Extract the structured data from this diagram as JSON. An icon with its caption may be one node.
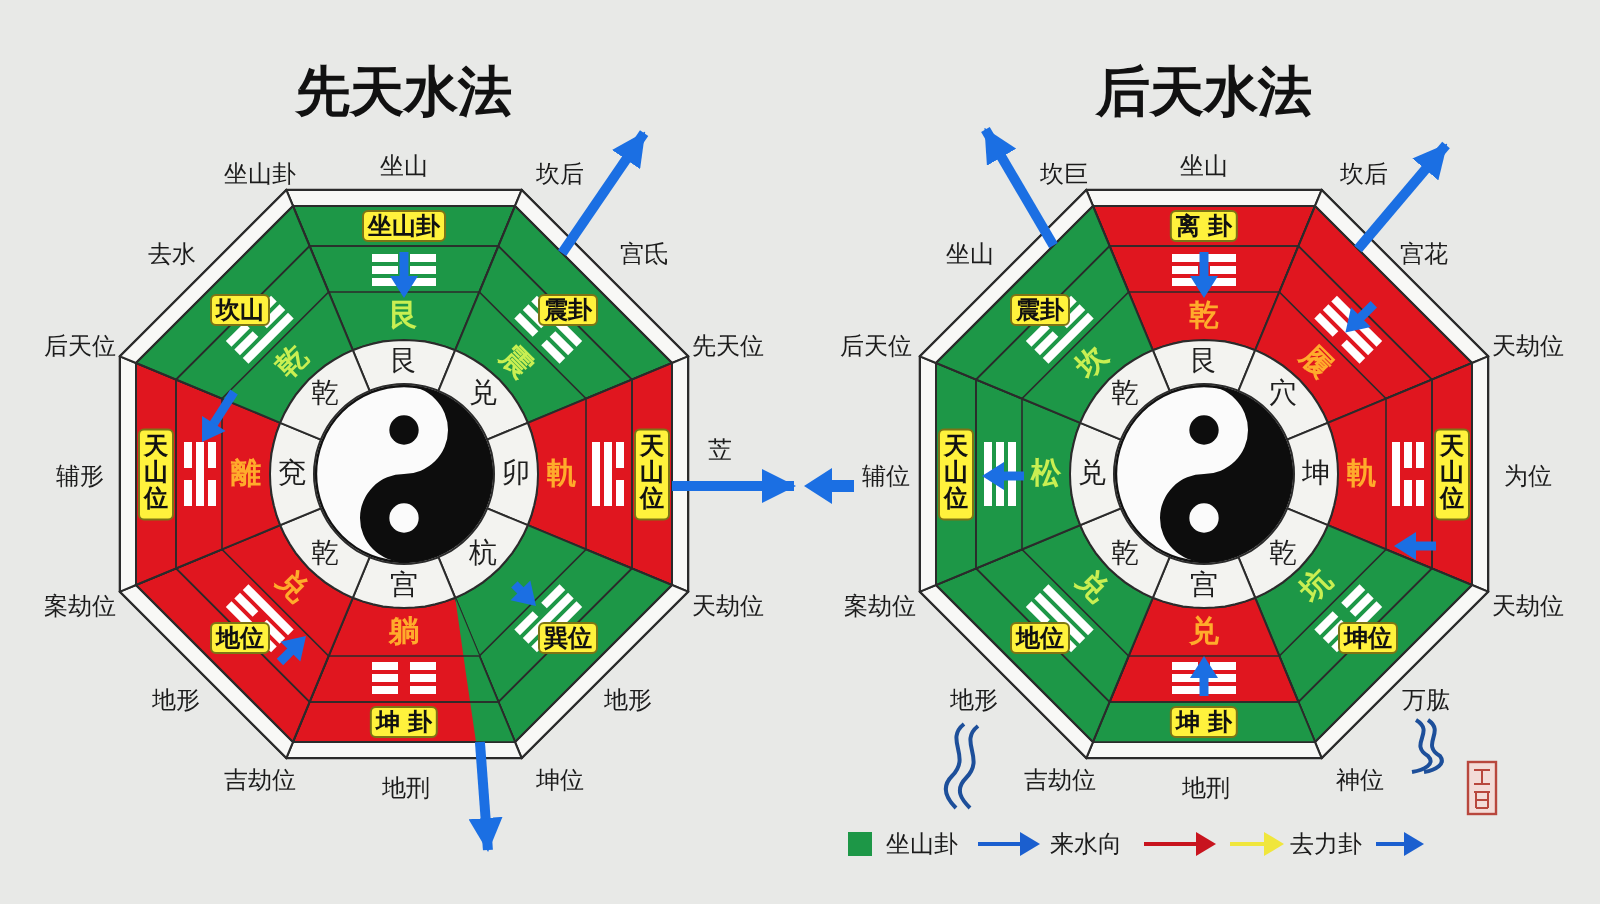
{
  "diagram": {
    "nodes": [
      {
        "text": [
          "先天水法"
        ]
      },
      {
        "text": [
          "艮"
        ],
        "in": 0
      },
      {
        "text": [
          "坐山卦"
        ],
        "in": 1
      },
      {
        "text": [
          "震"
        ],
        "in": 0
      },
      {
        "text": [
          "震卦"
        ],
        "in": 3
      },
      {
        "text": [
          "軌"
        ],
        "in": 0
      },
      {
        "text": [
          "天山位"
        ],
        "in": 5
      },
      {
        "text": [],
        "shape": "box",
        "in": 0
      },
      {
        "text": [
          "巽位"
        ],
        "in": 7
      },
      {
        "text": [
          "躺"
        ],
        "in": 0
      },
      {
        "text": [
          "坤 卦"
        ],
        "in": 9
      },
      {
        "text": [
          "兑"
        ],
        "in": 0
      },
      {
        "text": [
          "地位"
        ],
        "in": 11
      },
      {
        "text": [
          "離"
        ],
        "in": 0
      },
      {
        "text": [
          "天山位"
        ],
        "in": 13
      },
      {
        "text": [
          "乾"
        ],
        "in": 0
      },
      {
        "text": [
          "坎山"
        ],
        "in": 15
      },
      {
        "text": [
          "艮"
        ],
        "in": 0
      },
      {
        "text": [
          "兑"
        ],
        "in": 0
      },
      {
        "text": [
          "卯"
        ],
        "in": 0
      },
      {
        "text": [
          "杭"
        ],
        "in": 0
      },
      {
        "text": [
          "宫"
        ],
        "in": 0
      },
      {
        "text": [
          "乾"
        ],
        "in": 0
      },
      {
        "text": [
          "兗"
        ],
        "in": 0
      },
      {
        "text": [
          "乾"
        ],
        "in": 0
      },
      {
        "text": [
          "后天水法"
        ]
      },
      {
        "text": [
          "乾"
        ],
        "in": 25
      },
      {
        "text": [
          "离 卦"
        ],
        "in": 26
      },
      {
        "text": [
          "履"
        ],
        "in": 25
      },
      {
        "text": [
          "軌"
        ],
        "in": 25
      },
      {
        "text": [
          "天山位"
        ],
        "in": 29
      },
      {
        "text": [
          "坑"
        ],
        "in": 25
      },
      {
        "text": [
          "坤位"
        ],
        "in": 31
      },
      {
        "text": [
          "兑"
        ],
        "in": 25
      },
      {
        "text": [
          "坤 卦"
        ],
        "in": 33
      },
      {
        "text": [
          "兑"
        ],
        "in": 25
      },
      {
        "text": [
          "地位"
        ],
        "in": 35
      },
      {
        "text": [
          "松"
        ],
        "in": 25
      },
      {
        "text": [
          "天山位"
        ],
        "in": 37
      },
      {
        "text": [
          "坎"
        ],
        "in": 25
      },
      {
        "text": [
          "震卦"
        ],
        "in": 39
      },
      {
        "text": [
          "艮"
        ],
        "in": 25
      },
      {
        "text": [
          "穴"
        ],
        "in": 25
      },
      {
        "text": [
          "坤"
        ],
        "in": 25
      },
      {
        "text": [
          "乾"
        ],
        "in": 25
      },
      {
        "text": [
          "宫"
        ],
        "in": 25
      },
      {
        "text": [
          "乾"
        ],
        "in": 25
      },
      {
        "text": [
          "兑"
        ],
        "in": 25
      },
      {
        "text": [
          "乾"
        ],
        "in": 25
      }
    ],
    "edges": [
      {
        "from": 3,
        "to": null,
        "arrow": "to"
      },
      {
        "from": 5,
        "to": null,
        "arrow": "to"
      },
      {
        "from": 9,
        "to": null,
        "arrow": "to"
      },
      {
        "from": 39,
        "to": null,
        "arrow": "to"
      },
      {
        "from": 28,
        "to": null,
        "arrow": "to"
      }
    ],
    "labels": [
      "坐山卦",
      "坐山",
      "坎后",
      "去水",
      "宫氐",
      "后天位",
      "先天位",
      "辅形",
      "苙",
      "案劫位",
      "天劫位",
      "地形",
      "地形",
      "吉劫位",
      "地刑",
      "坤位",
      "坎巨",
      "坐山",
      "坎后",
      "坐山",
      "宫花",
      "后天位",
      "天劫位",
      "辅位",
      "为位",
      "案劫位",
      "天劫位",
      "地形",
      "万肱",
      "吉劫位",
      "地刑",
      "神位"
    ],
    "legend": [
      {
        "text": "坐山卦",
        "color": "#1d9747"
      },
      {
        "text": "来水向"
      },
      {
        "text": "去力卦"
      }
    ]
  }
}
